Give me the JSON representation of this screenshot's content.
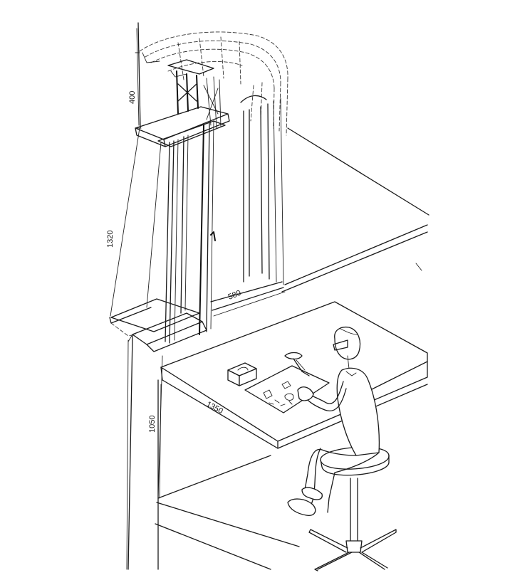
{
  "dimensions": {
    "lintel_height": "400",
    "window_height": "1320",
    "sill_height": "1050",
    "window_width": "580",
    "desk_depth": "1350"
  }
}
